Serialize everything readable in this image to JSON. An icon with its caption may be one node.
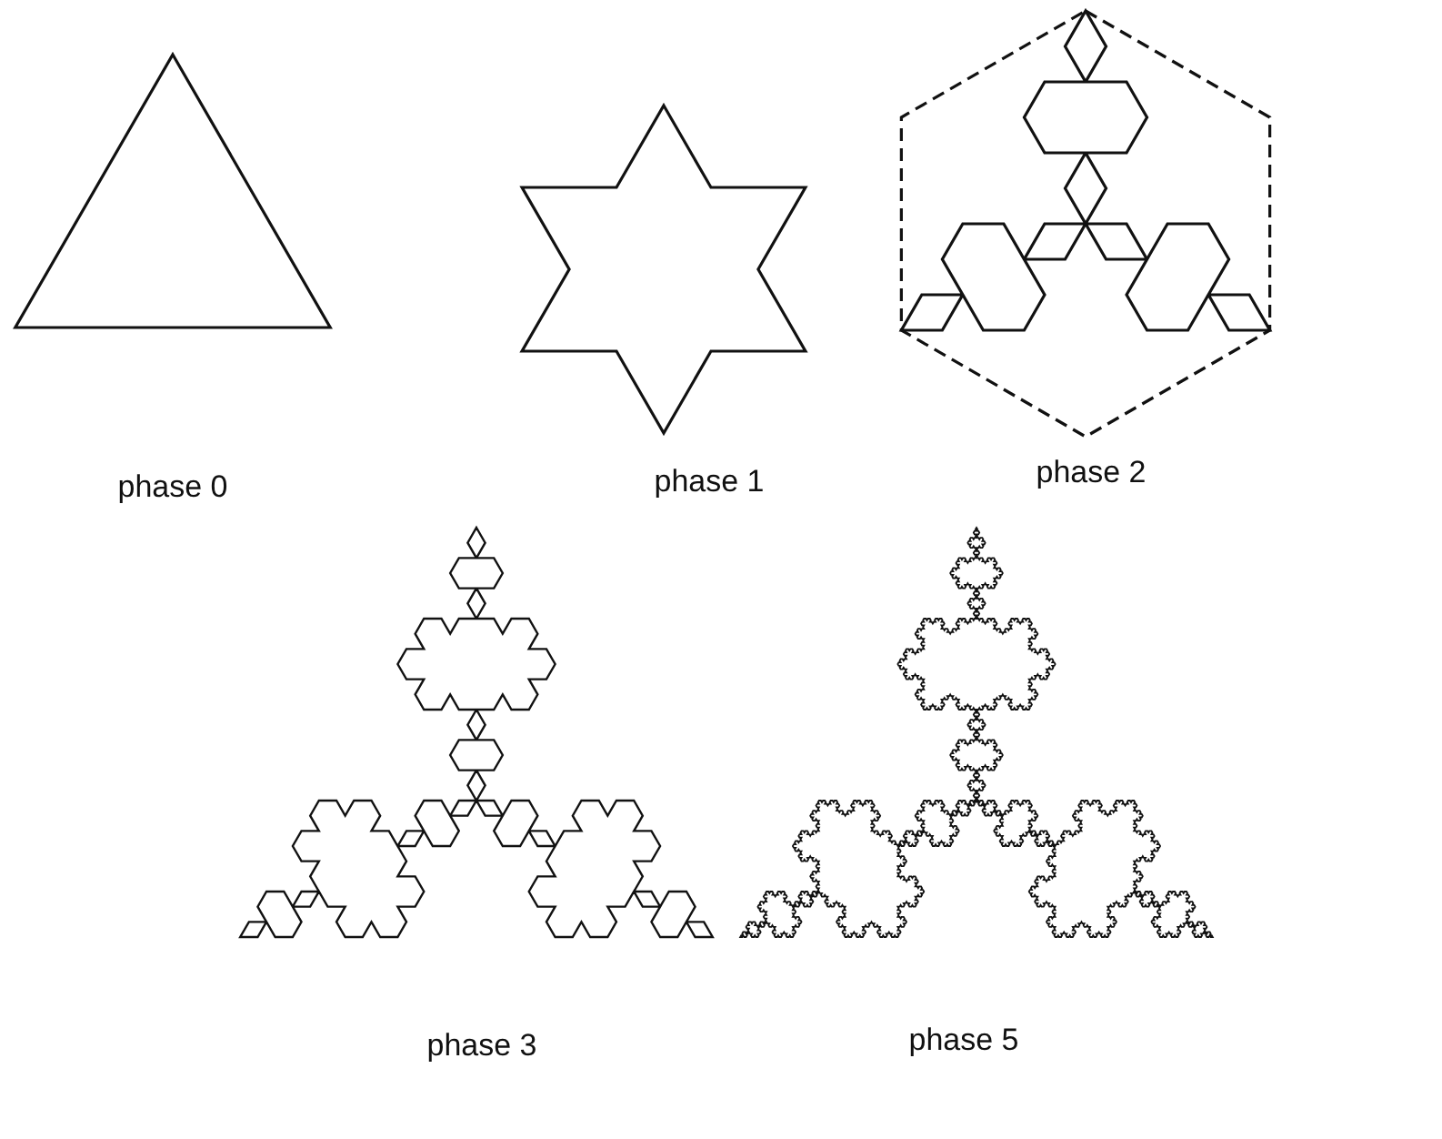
{
  "diagram": {
    "labels": [
      "phase 0",
      "phase 1",
      "phase 2",
      "phase 3",
      "phase 5"
    ]
  }
}
